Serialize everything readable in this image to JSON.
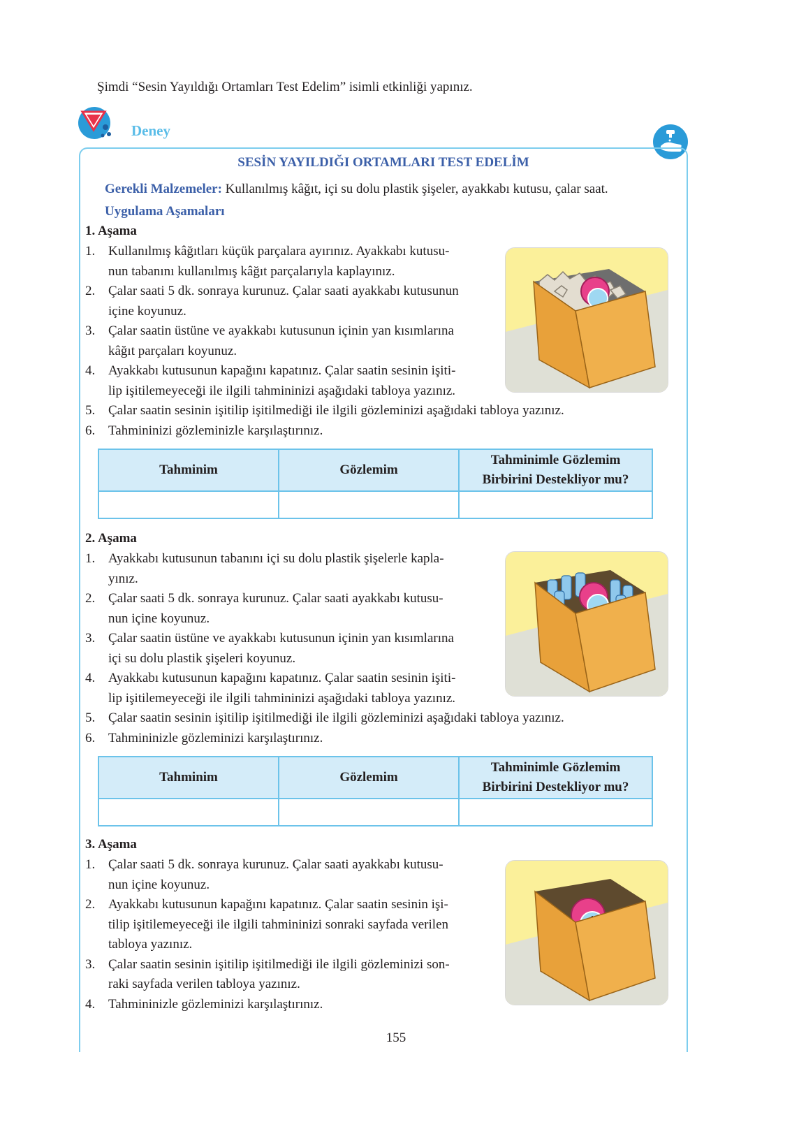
{
  "intro": "Şimdi “Sesin Yayıldığı Ortamları Test Edelim” isimli etkinliği yapınız.",
  "deney_label": "Deney",
  "title": "SESİN YAYILDIĞI ORTAMLARI TEST EDELİM",
  "materials": {
    "label": "Gerekli Malzemeler:",
    "text": " Kullanılmış kâğıt, içi su dolu plastik şişeler, ayakkabı kutusu, çalar saat."
  },
  "steps_heading": "Uygulama Aşamaları",
  "stage1": {
    "heading": "1. Aşama",
    "items": [
      {
        "n": "1.",
        "lines": [
          "Kullanılmış kâğıtları küçük parçalara ayırınız. Ayakkabı kutusu-",
          "nun tabanını kullanılmış kâğıt parçalarıyla kaplayınız."
        ]
      },
      {
        "n": "2.",
        "lines": [
          "Çalar saati 5 dk. sonraya kurunuz. Çalar saati ayakkabı kutusunun",
          "içine koyunuz."
        ]
      },
      {
        "n": "3.",
        "lines": [
          "Çalar saatin üstüne ve ayakkabı kutusunun içinin yan kısımlarına",
          "kâğıt parçaları koyunuz."
        ]
      },
      {
        "n": "4.",
        "lines": [
          "Ayakkabı kutusunun kapağını kapatınız. Çalar saatin sesinin işiti-",
          "lip işitilemeyeceği ile ilgili tahmininizi aşağıdaki tabloya yazınız."
        ]
      },
      {
        "n": "5.",
        "lines": [
          "Çalar saatin sesinin işitilip işitilmediği ile ilgili gözleminizi aşağıdaki tabloya yazınız."
        ]
      },
      {
        "n": "6.",
        "lines": [
          "Tahmininizi gözleminizle karşılaştırınız."
        ]
      }
    ]
  },
  "stage2": {
    "heading": "2. Aşama",
    "items": [
      {
        "n": "1.",
        "lines": [
          "Ayakkabı kutusunun tabanını içi su dolu plastik şişelerle kapla-",
          "yınız."
        ]
      },
      {
        "n": "2.",
        "lines": [
          "Çalar saati 5 dk. sonraya kurunuz. Çalar saati ayakkabı kutusu-",
          "nun içine koyunuz."
        ]
      },
      {
        "n": "3.",
        "lines": [
          "Çalar saatin üstüne ve ayakkabı kutusunun içinin yan kısımlarına",
          "içi su dolu plastik şişeleri koyunuz."
        ]
      },
      {
        "n": "4.",
        "lines": [
          "Ayakkabı kutusunun kapağını kapatınız. Çalar saatin sesinin işiti-",
          "lip işitilemeyeceği ile ilgili tahmininizi aşağıdaki tabloya yazınız."
        ]
      },
      {
        "n": "5.",
        "lines": [
          "Çalar saatin sesinin işitilip işitilmediği ile ilgili gözleminizi aşağıdaki tabloya yazınız."
        ]
      },
      {
        "n": "6.",
        "lines": [
          "Tahmininizle gözleminizi karşılaştırınız."
        ]
      }
    ]
  },
  "stage3": {
    "heading": "3. Aşama",
    "items": [
      {
        "n": "1.",
        "lines": [
          "Çalar saati 5 dk. sonraya kurunuz. Çalar saati ayakkabı kutusu-",
          "nun içine koyunuz."
        ]
      },
      {
        "n": "2.",
        "lines": [
          "Ayakkabı kutusunun kapağını kapatınız. Çalar saatin sesinin işi-",
          "tilip işitilemeyeceği ile ilgili tahmininizi sonraki sayfada verilen",
          "tabloya yazınız."
        ]
      },
      {
        "n": "3.",
        "lines": [
          "Çalar saatin sesinin işitilip işitilmediği ile ilgili gözleminizi son-",
          "raki sayfada verilen tabloya yazınız."
        ]
      },
      {
        "n": "4.",
        "lines": [
          "Tahmininizle gözleminizi karşılaştırınız."
        ]
      }
    ]
  },
  "table": {
    "col1": "Tahminim",
    "col2": "Gözlemim",
    "col3_line1": "Tahminimle Gözlemim",
    "col3_line2": "Birbirini Destekliyor mu?"
  },
  "page_number": "155",
  "icons": [
    "experiment-icon",
    "hand-washing-icon"
  ],
  "colors": {
    "accent_blue": "#3b5fa8",
    "light_blue": "#5bbde8",
    "table_header": "#d4ecf9",
    "box_orange": "#e8a13a",
    "wall_yellow": "#fbf09a"
  }
}
